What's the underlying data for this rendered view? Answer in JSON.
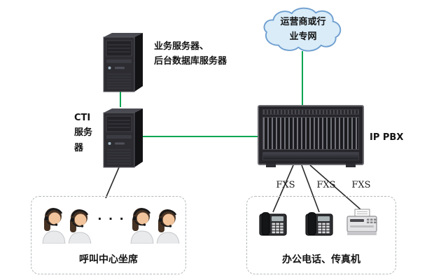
{
  "nodes": {
    "cloud": {
      "label": "运营商或行\n业专网"
    },
    "app_server": {
      "label": "业务服务器、\n后台数据库服务器"
    },
    "cti_server": {
      "label": "CTI\n服务\n器"
    },
    "ip_pbx": {
      "label": "IP PBX"
    },
    "fxs": {
      "labels": [
        "FXS",
        "FXS",
        "FXS"
      ]
    },
    "call_center": {
      "label": "呼叫中心坐席",
      "dots": "· · ·"
    },
    "office_devices": {
      "label": "办公电话、传真机"
    }
  },
  "icons": {
    "cloud": "cloud-shape",
    "app_server": "tower-server-icon",
    "cti_server": "tower-server-icon",
    "ip_pbx": "rack-chassis-icon",
    "call_center": "call-agents-photo",
    "office_phone": "desk-phone-icon",
    "fax": "fax-machine-icon"
  },
  "colors": {
    "link_green": "#00a651",
    "link_black": "#2a2a2a",
    "cloud_fill": "#d9ecf8",
    "cloud_stroke": "#6f9fd0",
    "dashed_box": "#b4b7ba"
  }
}
